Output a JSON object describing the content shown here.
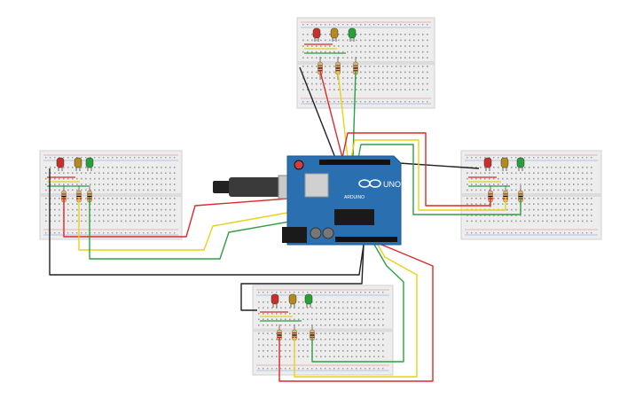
{
  "board": {
    "logo_text": "UNO",
    "brand_text": "ARDUINO"
  },
  "colors": {
    "red_wire": "#d92b2b",
    "yellow_wire": "#e8d21a",
    "green_wire": "#2ea043",
    "black_wire": "#222222",
    "board_blue": "#2a6fb0",
    "breadboard": "#ededed",
    "rail_red": "#d33",
    "rail_blue": "#36c",
    "led_red": "#c8302c",
    "led_yellow": "#b38a1e",
    "led_green": "#28a038"
  },
  "breadboards": [
    {
      "id": "top",
      "leds": [
        "red",
        "yellow",
        "green"
      ]
    },
    {
      "id": "left",
      "leds": [
        "red",
        "yellow",
        "green"
      ]
    },
    {
      "id": "right",
      "leds": [
        "red",
        "yellow",
        "green"
      ]
    },
    {
      "id": "bottom",
      "leds": [
        "red",
        "yellow",
        "green"
      ]
    }
  ],
  "icons": [
    "arduino-logo-icon",
    "usb-cable-icon",
    "power-jack-icon",
    "reset-button-icon"
  ]
}
